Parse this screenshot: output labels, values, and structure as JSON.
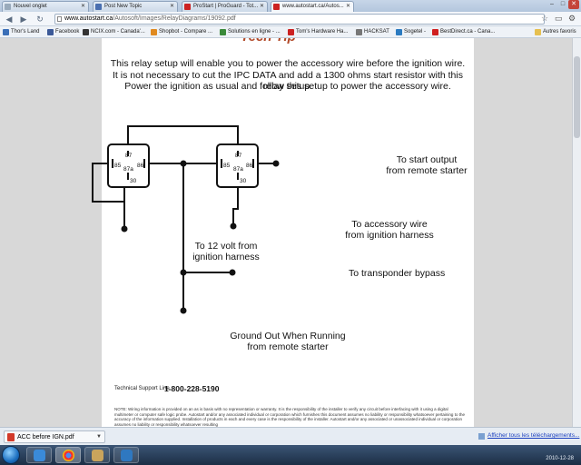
{
  "tabs": [
    {
      "title": "Nouvel onglet",
      "active": false
    },
    {
      "title": "Post New Topic",
      "active": false
    },
    {
      "title": "ProStart | ProGuard - Tot...",
      "active": false
    },
    {
      "title": "www.autostart.ca/Autos...",
      "active": true
    }
  ],
  "window_buttons": {
    "minimize": "–",
    "maximize": "□",
    "close": "✕"
  },
  "toolbar": {
    "url_host": "www.autostart.ca",
    "url_path": "/Autosoft/Images/RelayDiagrams/19092.pdf"
  },
  "bookmarks": [
    "Thor's Land",
    "Facebook",
    "NCIX.com - Canada'...",
    "Shopbot - Compare ...",
    "Solutions en ligne - ...",
    "Tom's Hardware Ha...",
    "HACKSAT",
    "Sogetel -",
    "BestDirect.ca - Cana..."
  ],
  "bookmarks_other": "Autres favoris",
  "document": {
    "title": "Tech Tip",
    "intro": [
      "This relay setup will enable you to power the accessory wire before the ignition wire.",
      "It is not necessary to cut the IPC DATA and add a 1300 ohms start resistor with this relay setup.",
      "Power the ignition as usual and follow this setup to power the accessory wire."
    ],
    "relay_pins": {
      "p87": "87",
      "p85": "85",
      "p86": "86",
      "p87a": "87a",
      "p30": "30"
    },
    "labels": {
      "start_output": [
        "To start output",
        "from remote starter"
      ],
      "accessory": [
        "To accessory wire",
        "from ignition harness"
      ],
      "twelve_volt": [
        "To 12 volt from",
        "ignition harness"
      ],
      "transponder": "To transponder bypass",
      "ground": [
        "Ground Out When Running",
        "from remote starter"
      ]
    },
    "support_label": "Technical Support Line",
    "support_number": "1-800-228-5190",
    "disclaimer": "NOTE: Wiring information is provided on an as is basis with no representation or warranty. It is the responsibility of the installer to verify any circuit before interfacing with it using a digital multimeter or computer safe logic probe. Autostart and/or any associated individual or corporation which furnishes this document assumes no liability or responsibility whatsoever pertaining to the accuracy of the information supplied. Installation of products in each and every case is the responsibility of the installer. Autostart and/or any associated or unassociated individual or corporation assumes no liability or responsibility whatsoever resulting"
  },
  "downloads": {
    "item": "ACC before IGN.pdf",
    "show_all": "Afficher tous les téléchargements..."
  },
  "taskbar": {
    "date": "2010-12-28"
  },
  "icons": {
    "back": "back-arrow-icon",
    "forward": "forward-arrow-icon",
    "reload": "reload-icon",
    "star": "bookmark-star-icon",
    "page": "page-icon",
    "wrench": "wrench-icon"
  }
}
